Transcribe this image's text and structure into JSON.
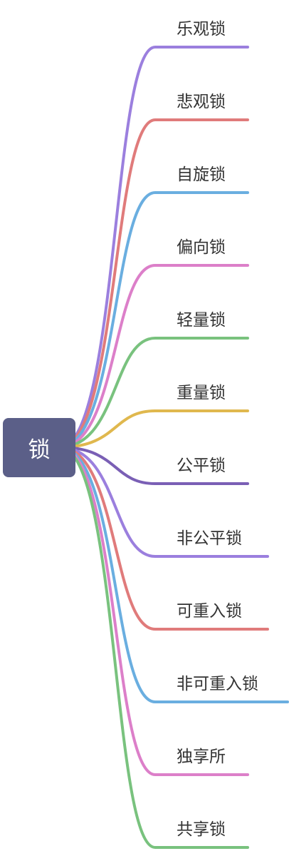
{
  "root": {
    "label": "锁",
    "color": "#5b5f88"
  },
  "branches": [
    {
      "label": "乐观锁",
      "color": "#9b7fde"
    },
    {
      "label": "悲观锁",
      "color": "#e07b7b"
    },
    {
      "label": "自旋锁",
      "color": "#6aaee0"
    },
    {
      "label": "偏向锁",
      "color": "#dc7fc9"
    },
    {
      "label": "轻量锁",
      "color": "#79c27e"
    },
    {
      "label": "重量锁",
      "color": "#e0b84e"
    },
    {
      "label": "公平锁",
      "color": "#7a5fb5"
    },
    {
      "label": "非公平锁",
      "color": "#9b7fde"
    },
    {
      "label": "可重入锁",
      "color": "#e07b7b"
    },
    {
      "label": "非可重入锁",
      "color": "#6aaee0"
    },
    {
      "label": "独享所",
      "color": "#dc7fc9"
    },
    {
      "label": "共享锁",
      "color": "#79c27e"
    }
  ]
}
